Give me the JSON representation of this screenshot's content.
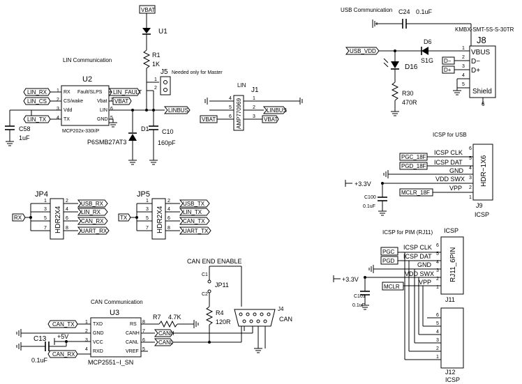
{
  "vbat": {
    "label": "VBAT"
  },
  "u1": {
    "ref": "U1"
  },
  "r1": {
    "ref": "R1",
    "value": "1K"
  },
  "j5": {
    "ref": "J5",
    "note": "Needed only for Master",
    "pin1": "1",
    "pin2": "2"
  },
  "lin": {
    "heading": "LIN Communication",
    "u2_ref": "U2",
    "u2_part": "MCP202x-330I/P",
    "u2_left_pins": [
      {
        "num": "1",
        "name": "RX"
      },
      {
        "num": "2",
        "name": "CS/wake"
      },
      {
        "num": "3",
        "name": "Vdd"
      },
      {
        "num": "4",
        "name": "TX"
      }
    ],
    "u2_right_pins": [
      {
        "num": "8",
        "name": "Fault/SLPS"
      },
      {
        "num": "7",
        "name": "Vbat"
      },
      {
        "num": "6",
        "name": "LIN"
      },
      {
        "num": "5",
        "name": "GND"
      }
    ],
    "net_rx": "LIN_RX",
    "net_cs": "LIN_CS",
    "net_tx": "LIN_TX",
    "net_fault": "LIN_FAULT",
    "net_vbat": "VBAT",
    "net_linbus": "LINBUS",
    "c58_ref": "C58",
    "c58_value": "1uF",
    "d1_ref": "D1",
    "d1_part": "P6SMB27AT3",
    "c10_ref": "C10",
    "c10_value": "160pF"
  },
  "j1": {
    "ref": "J1",
    "label": "LIN",
    "part": "AMP770969",
    "pins_left": [
      "4",
      "5",
      "6"
    ],
    "pins_right": [
      "1",
      "2",
      "3"
    ],
    "net_linbus": "LINBUS",
    "net_vbat_left": "VBAT",
    "net_vbat_right": "VBAT"
  },
  "usb": {
    "heading": "USB Communication",
    "c24_ref": "C24",
    "c24_value": "0.1uF",
    "connector_part": "KMBX-SMT-5S-S-30TR",
    "j8_ref": "J8",
    "pins": [
      {
        "num": "1",
        "name": "VBUS"
      },
      {
        "num": "2",
        "name": "D−"
      },
      {
        "num": "3",
        "name": "D+"
      },
      {
        "num": "4",
        "name": ""
      },
      {
        "num": "5",
        "name": ""
      }
    ],
    "shield": "Shield",
    "shield_pin": "6",
    "net_usb_vdd": "USB_VDD",
    "net_dm": "D−",
    "net_dp": "D+",
    "d6_ref": "D6",
    "d6_part": "S1G",
    "d16_ref": "D16",
    "r30_ref": "R30",
    "r30_value": "470R"
  },
  "icsp_usb": {
    "heading": "ICSP for USB",
    "hdr_part": "HDR−1X6",
    "j9_ref": "J9",
    "j9_label": "ICSP",
    "signals": [
      "ICSP CLK",
      "ICSP DAT",
      "GND",
      "VDD SWX",
      "VPP"
    ],
    "pins": [
      "6",
      "5",
      "4",
      "3",
      "2",
      "1"
    ],
    "net_pgc": "PGC_18F",
    "net_pgd": "PGD_18F",
    "net_mclr": "MCLR_18F",
    "supply": "+3.3V",
    "c100_ref": "C100",
    "c100_value": "0.1uF"
  },
  "icsp_pim": {
    "heading": "ICSP for PIM (RJ11)",
    "top_label": "ICSP",
    "rj_part": "RJ11_6PIN",
    "j11_ref": "J11",
    "j12_ref": "J12",
    "j12_label": "ICSP",
    "signals": [
      "ICSP CLK",
      "ICSP DAT",
      "GND",
      "VDD SWX",
      "VPP"
    ],
    "pins": [
      "6",
      "5",
      "4",
      "3",
      "2",
      "1"
    ],
    "net_pgc": "PGC",
    "net_pgd": "PGD",
    "net_mclr": "MCLR",
    "supply": "+3.3V",
    "c101_ref": "C101",
    "c101_value": "0.1uF"
  },
  "jp4": {
    "ref": "JP4",
    "part": "HDR2X4",
    "input": "RX",
    "pins_left": [
      "1",
      "3",
      "5",
      "7"
    ],
    "pins_right": [
      "2",
      "4",
      "6",
      "8"
    ],
    "nets": [
      "USB_RX",
      "LIN_RX",
      "CAN_RX",
      "UART_RX"
    ]
  },
  "jp5": {
    "ref": "JP5",
    "part": "HDR2X4",
    "input": "TX",
    "pins_left": [
      "1",
      "3",
      "5",
      "7"
    ],
    "pins_right": [
      "2",
      "4",
      "6",
      "8"
    ],
    "nets": [
      "USB_TX",
      "LIN_TX",
      "CAN_TX",
      "UART_TX"
    ]
  },
  "can": {
    "heading": "CAN Communication",
    "u3_ref": "U3",
    "u3_part": "MCP2551−I_SN",
    "left_pins": [
      {
        "num": "1",
        "name": "TXD"
      },
      {
        "num": "2",
        "name": "GND"
      },
      {
        "num": "3",
        "name": "VCC"
      },
      {
        "num": "4",
        "name": "RXD"
      }
    ],
    "right_pins": [
      {
        "num": "8",
        "name": "RS"
      },
      {
        "num": "7",
        "name": "CANH"
      },
      {
        "num": "6",
        "name": "CANL"
      },
      {
        "num": "5",
        "name": "VREF"
      }
    ],
    "net_tx": "CAN_TX",
    "net_rx": "CAN_RX",
    "net_canh": "CANH",
    "net_canl": "CANL",
    "supply": "+5V",
    "c13_ref": "C13",
    "c13_value": "0.1uF",
    "r7_ref": "R7",
    "r7_value": "4.7K",
    "r4_ref": "R4",
    "r4_value": "120R",
    "enable_label": "CAN END ENABLE",
    "jp11_ref": "JP11",
    "jp11_c1": "C1",
    "jp11_c2": "C2",
    "j4_ref": "J4",
    "j4_label": "CAN"
  }
}
